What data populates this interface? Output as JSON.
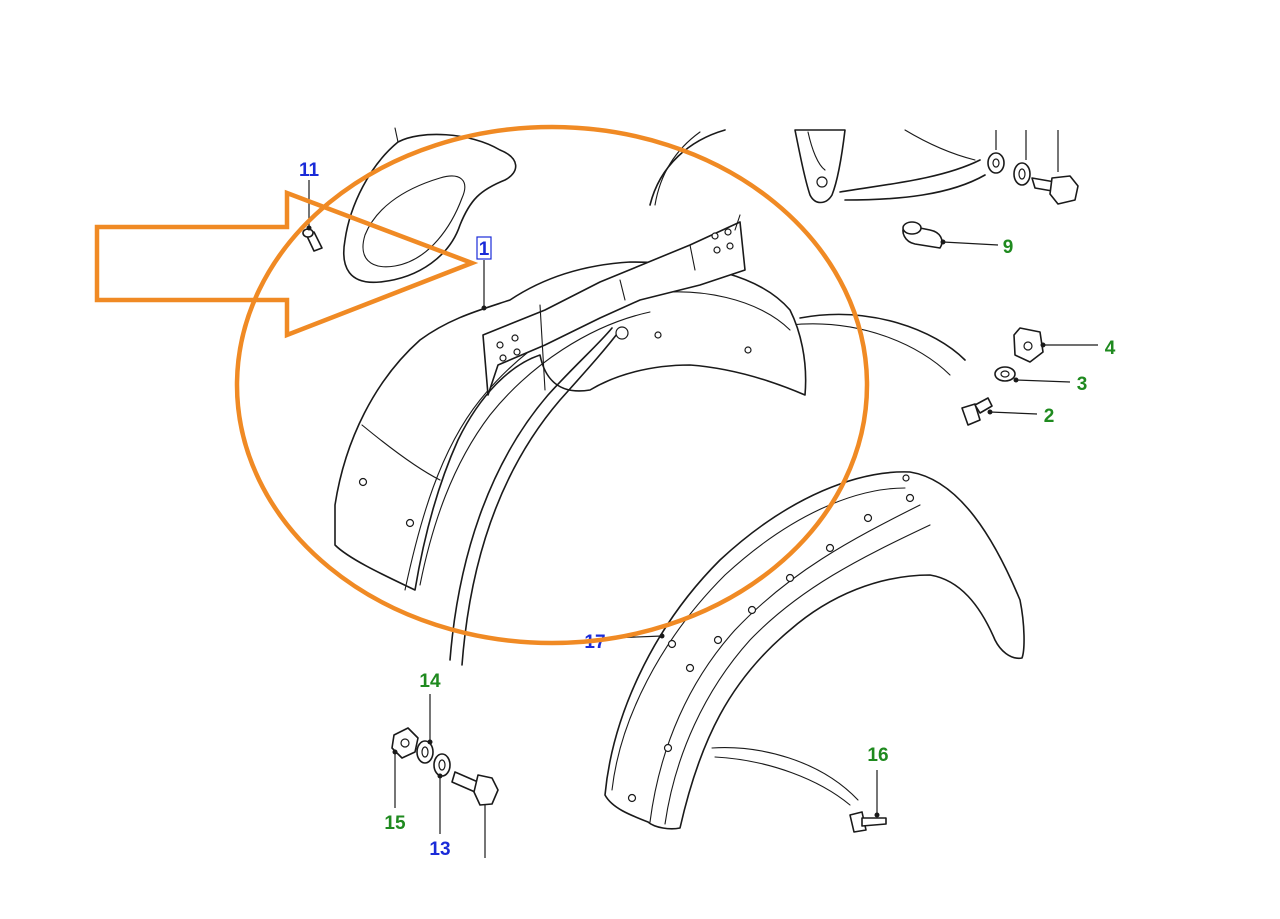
{
  "colors": {
    "annotation": "#f08a24",
    "callout_green": "#1f8a1f",
    "callout_blue": "#1a2bd8",
    "linework": "#1a1a1a"
  },
  "callouts": [
    {
      "id": "c1",
      "text": "1",
      "color": "#1a2bd8",
      "boxed": true
    },
    {
      "id": "c2",
      "text": "2",
      "color": "#1f8a1f"
    },
    {
      "id": "c3",
      "text": "3",
      "color": "#1f8a1f"
    },
    {
      "id": "c4",
      "text": "4",
      "color": "#1f8a1f"
    },
    {
      "id": "c9",
      "text": "9",
      "color": "#1f8a1f"
    },
    {
      "id": "c11",
      "text": "11",
      "color": "#1a2bd8"
    },
    {
      "id": "c13",
      "text": "13",
      "color": "#1a2bd8"
    },
    {
      "id": "c14",
      "text": "14",
      "color": "#1f8a1f"
    },
    {
      "id": "c15",
      "text": "15",
      "color": "#1f8a1f"
    },
    {
      "id": "c16",
      "text": "16",
      "color": "#1f8a1f"
    },
    {
      "id": "c17",
      "text": "17",
      "color": "#1a2bd8"
    }
  ],
  "annotation": {
    "shapes": [
      "outline-arrow",
      "ellipse"
    ],
    "highlighted_callout": "1"
  }
}
